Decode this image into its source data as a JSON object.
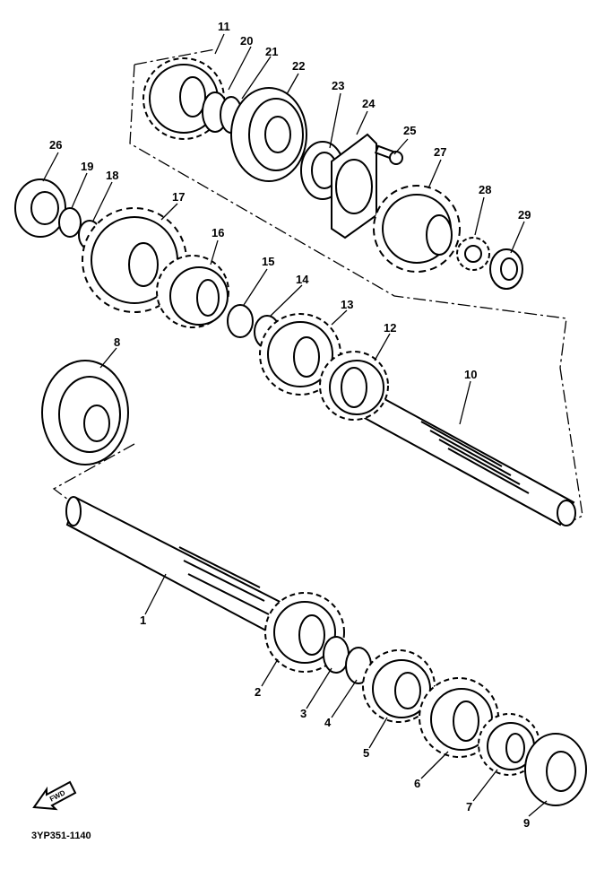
{
  "callouts": {
    "p1": "1",
    "p2": "2",
    "p3": "3",
    "p4": "4",
    "p5": "5",
    "p6": "6",
    "p7": "7",
    "p8": "8",
    "p9": "9",
    "p10": "10",
    "p11": "11",
    "p12": "12",
    "p13": "13",
    "p14": "14",
    "p15": "15",
    "p16": "16",
    "p17": "17",
    "p18": "18",
    "p19": "19",
    "p20": "20",
    "p21": "21",
    "p22": "22",
    "p23": "23",
    "p24": "24",
    "p25": "25",
    "p26": "26",
    "p27": "27",
    "p28": "28",
    "p29": "29"
  },
  "diagram_code": "3YP351-1140",
  "fwd_label": "FWD"
}
